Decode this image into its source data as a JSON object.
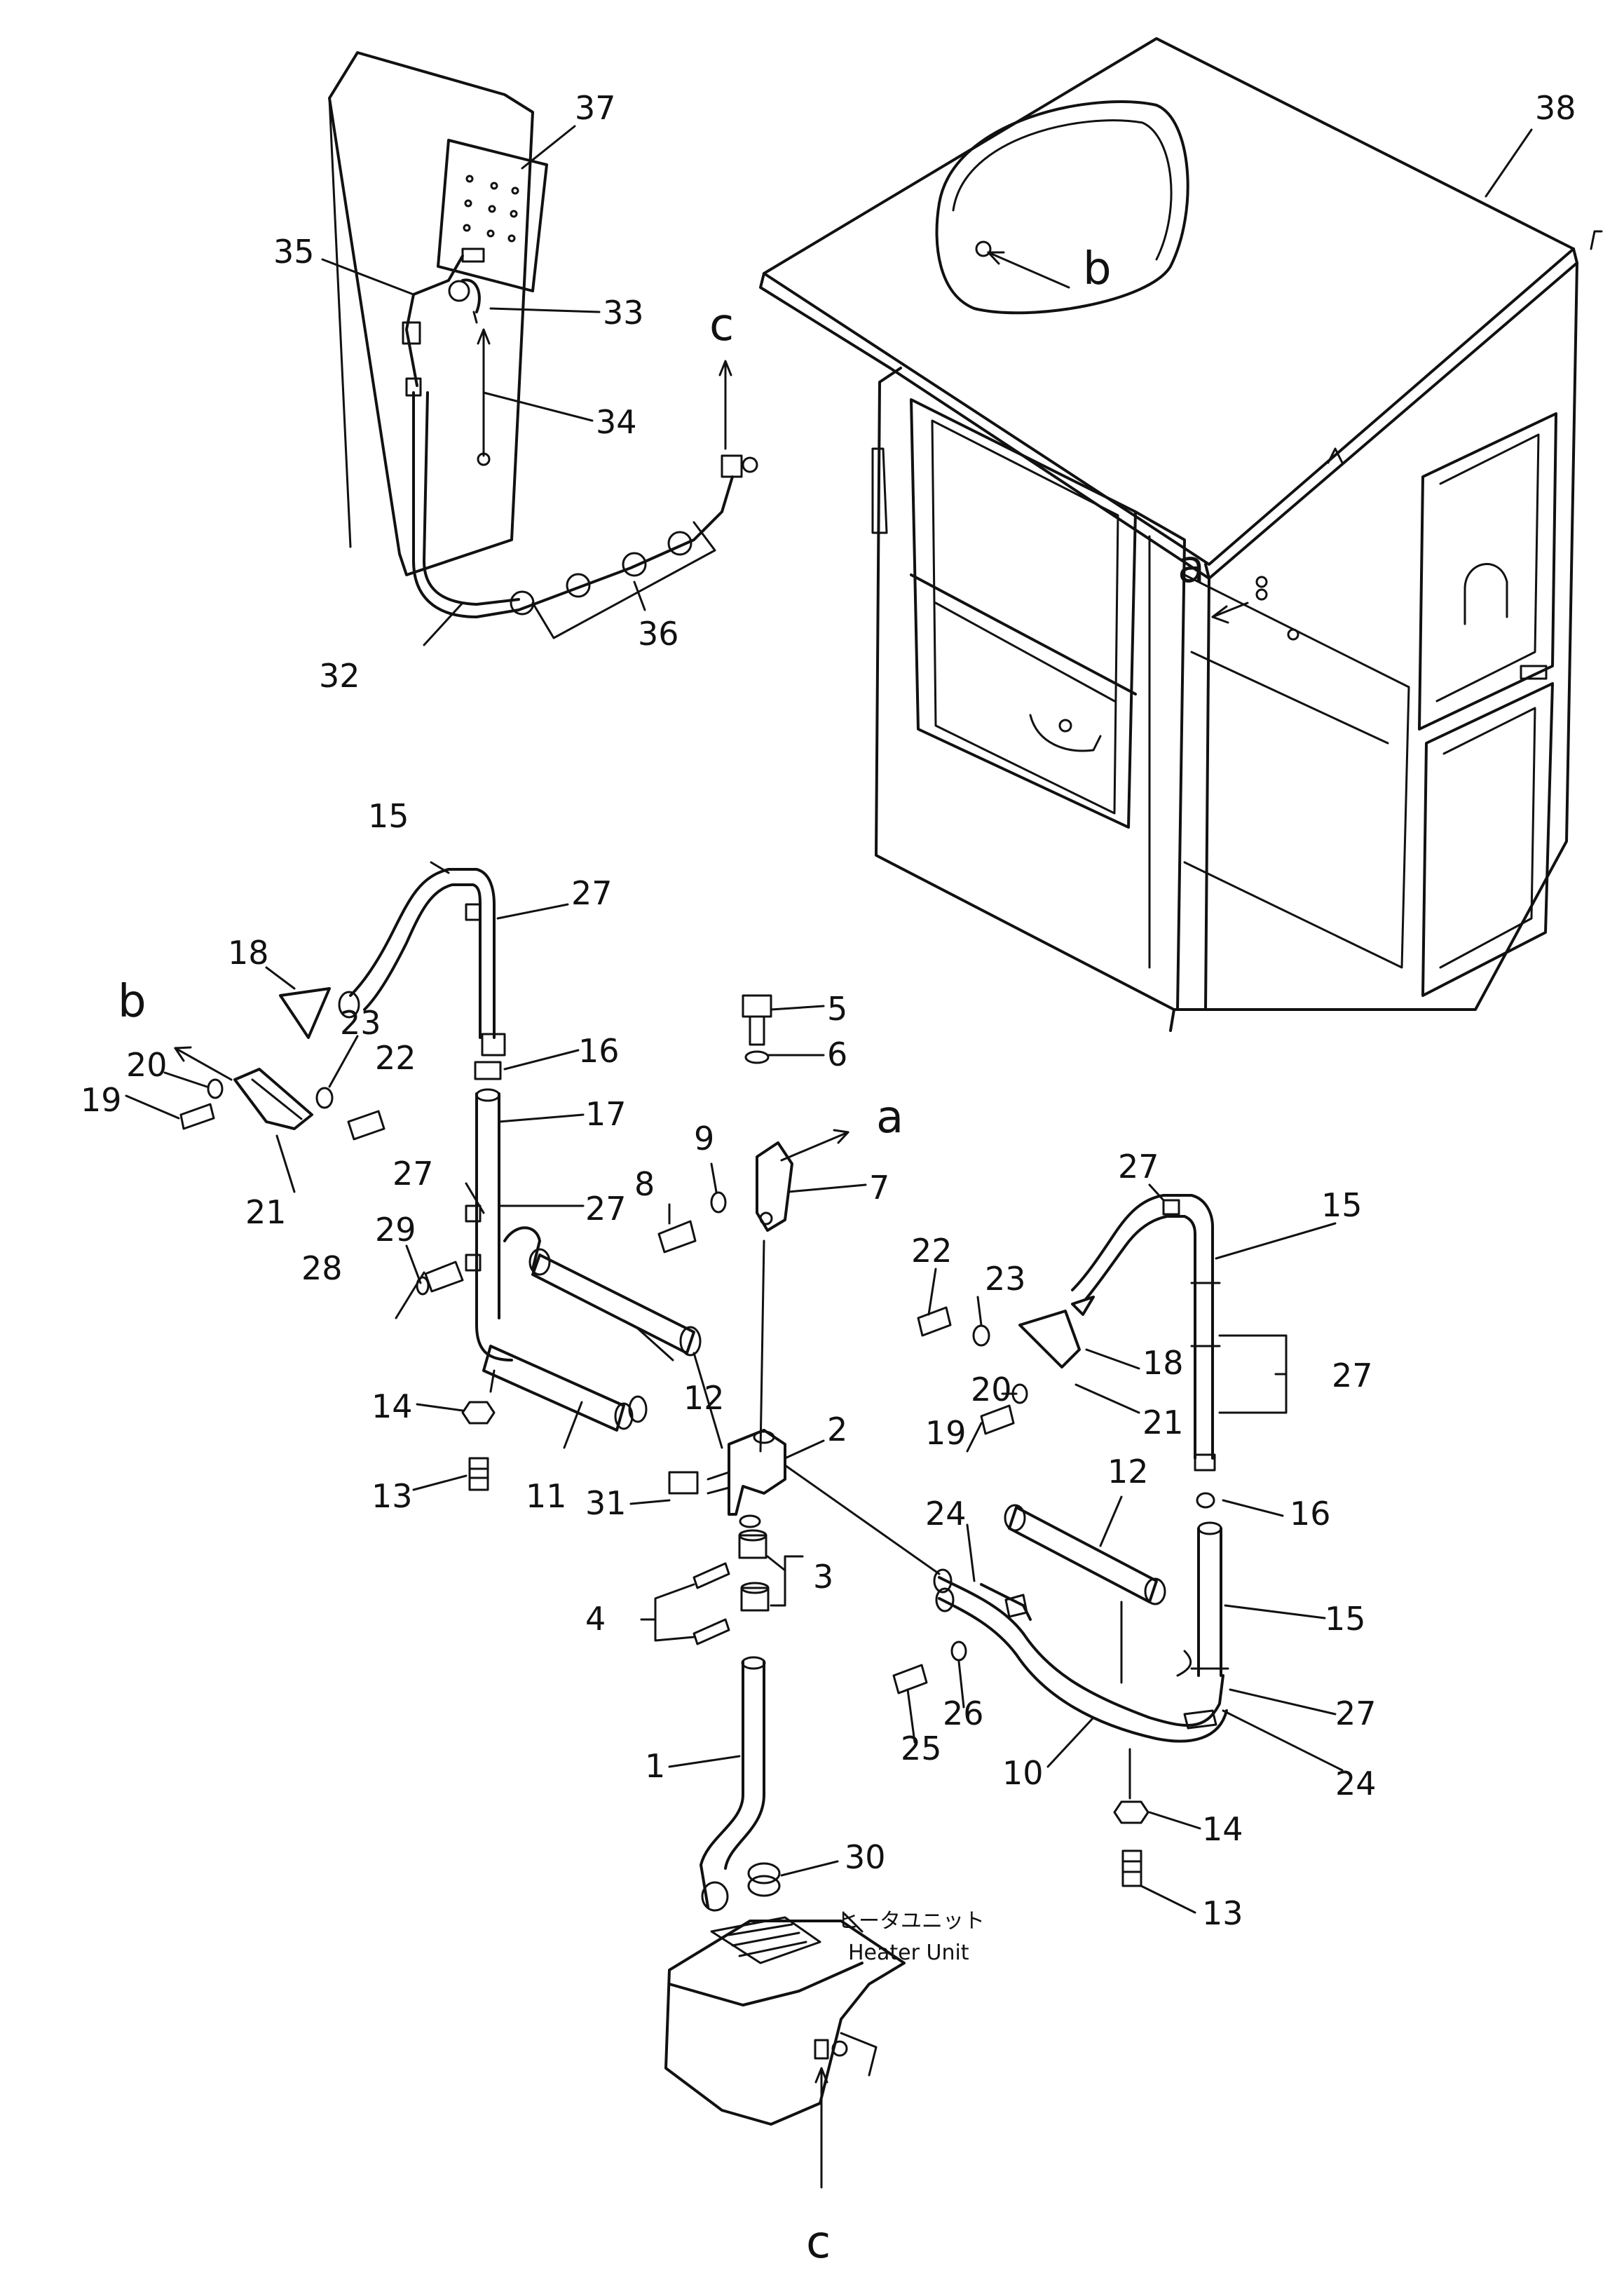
{
  "callouts": [
    {
      "id": "c37",
      "label": "37"
    },
    {
      "id": "c38",
      "label": "38"
    },
    {
      "id": "c35",
      "label": "35"
    },
    {
      "id": "c33",
      "label": "33"
    },
    {
      "id": "c34",
      "label": "34"
    },
    {
      "id": "c36",
      "label": "36"
    },
    {
      "id": "c32",
      "label": "32"
    },
    {
      "id": "c15a",
      "label": "15"
    },
    {
      "id": "c27a",
      "label": "27"
    },
    {
      "id": "c18a",
      "label": "18"
    },
    {
      "id": "c23a",
      "label": "23"
    },
    {
      "id": "c22a",
      "label": "22"
    },
    {
      "id": "c20a",
      "label": "20"
    },
    {
      "id": "c19a",
      "label": "19"
    },
    {
      "id": "c21a",
      "label": "21"
    },
    {
      "id": "c16a",
      "label": "16"
    },
    {
      "id": "c17",
      "label": "17"
    },
    {
      "id": "c27b",
      "label": "27"
    },
    {
      "id": "c27c",
      "label": "27"
    },
    {
      "id": "c29",
      "label": "29"
    },
    {
      "id": "c28",
      "label": "28"
    },
    {
      "id": "c14a",
      "label": "14"
    },
    {
      "id": "c13a",
      "label": "13"
    },
    {
      "id": "c11",
      "label": "11"
    },
    {
      "id": "c12a",
      "label": "12"
    },
    {
      "id": "c5",
      "label": "5"
    },
    {
      "id": "c6",
      "label": "6"
    },
    {
      "id": "c9",
      "label": "9"
    },
    {
      "id": "c8",
      "label": "8"
    },
    {
      "id": "c7",
      "label": "7"
    },
    {
      "id": "c2",
      "label": "2"
    },
    {
      "id": "c31",
      "label": "31"
    },
    {
      "id": "c3",
      "label": "3"
    },
    {
      "id": "c4",
      "label": "4"
    },
    {
      "id": "c1",
      "label": "1"
    },
    {
      "id": "c30",
      "label": "30"
    },
    {
      "id": "c27d",
      "label": "27"
    },
    {
      "id": "c15b",
      "label": "15"
    },
    {
      "id": "c22b",
      "label": "22"
    },
    {
      "id": "c23b",
      "label": "23"
    },
    {
      "id": "c18b",
      "label": "18"
    },
    {
      "id": "c27e",
      "label": "27"
    },
    {
      "id": "c20b",
      "label": "20"
    },
    {
      "id": "c21b",
      "label": "21"
    },
    {
      "id": "c19b",
      "label": "19"
    },
    {
      "id": "c12b",
      "label": "12"
    },
    {
      "id": "c16b",
      "label": "16"
    },
    {
      "id": "c24a",
      "label": "24"
    },
    {
      "id": "c15c",
      "label": "15"
    },
    {
      "id": "c27f",
      "label": "27"
    },
    {
      "id": "c25",
      "label": "25"
    },
    {
      "id": "c26",
      "label": "26"
    },
    {
      "id": "c10",
      "label": "10"
    },
    {
      "id": "c24b",
      "label": "24"
    },
    {
      "id": "c14b",
      "label": "14"
    },
    {
      "id": "c13b",
      "label": "13"
    }
  ],
  "references": [
    {
      "id": "ref-b-top",
      "label": "b"
    },
    {
      "id": "ref-a-top",
      "label": "a"
    },
    {
      "id": "ref-c-top",
      "label": "c"
    },
    {
      "id": "ref-b-left",
      "label": "b"
    },
    {
      "id": "ref-a-mid",
      "label": "a"
    },
    {
      "id": "ref-c-bottom",
      "label": "c"
    }
  ],
  "heater_unit": {
    "label_jp": "ヒータユニット",
    "label_en": "Heater Unit"
  }
}
